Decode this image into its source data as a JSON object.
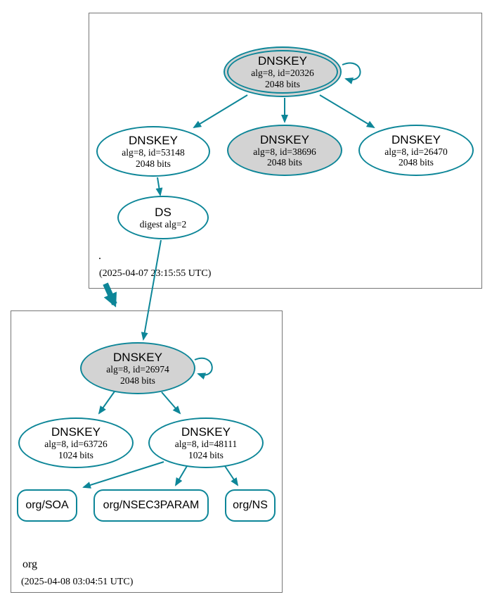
{
  "colors": {
    "edge": "#0d8698",
    "grayfill": "#d3d3d3",
    "zoneborder": "#767676"
  },
  "root_zone": {
    "label": ".",
    "timestamp": "(2025-04-07 23:15:55 UTC)",
    "ksk": {
      "title": "DNSKEY",
      "detail": "alg=8, id=20326",
      "bits": "2048 bits"
    },
    "zsk1": {
      "title": "DNSKEY",
      "detail": "alg=8, id=53148",
      "bits": "2048 bits"
    },
    "zsk2": {
      "title": "DNSKEY",
      "detail": "alg=8, id=38696",
      "bits": "2048 bits"
    },
    "zsk3": {
      "title": "DNSKEY",
      "detail": "alg=8, id=26470",
      "bits": "2048 bits"
    },
    "ds": {
      "title": "DS",
      "detail": "digest alg=2"
    }
  },
  "org_zone": {
    "label": "org",
    "timestamp": "(2025-04-08 03:04:51 UTC)",
    "ksk": {
      "title": "DNSKEY",
      "detail": "alg=8, id=26974",
      "bits": "2048 bits"
    },
    "zsk1": {
      "title": "DNSKEY",
      "detail": "alg=8, id=63726",
      "bits": "1024 bits"
    },
    "zsk2": {
      "title": "DNSKEY",
      "detail": "alg=8, id=48111",
      "bits": "1024 bits"
    },
    "rrsets": [
      {
        "label": "org/SOA"
      },
      {
        "label": "org/NSEC3PARAM"
      },
      {
        "label": "org/NS"
      }
    ]
  }
}
